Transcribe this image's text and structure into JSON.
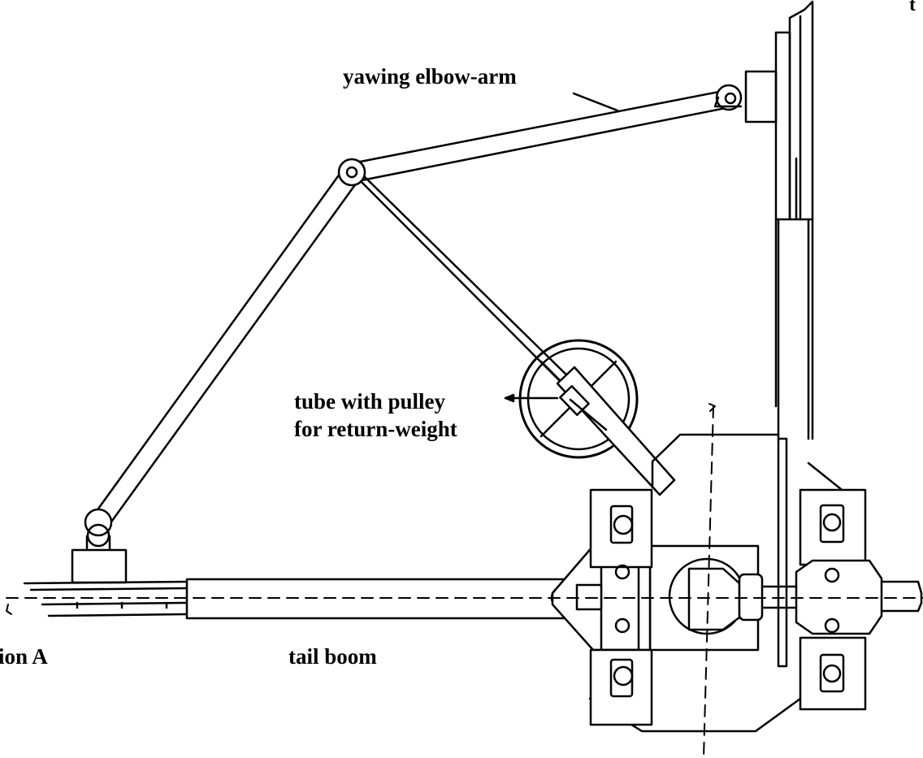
{
  "labels": {
    "yawing_elbow_arm": "yawing elbow-arm",
    "tube_line1": "tube with pulley",
    "tube_line2": "for return-weight",
    "tail_boom": "tail boom",
    "section_a": "ion A",
    "corner": "t"
  },
  "colors": {
    "ink": "#000000",
    "paper": "#ffffff"
  }
}
